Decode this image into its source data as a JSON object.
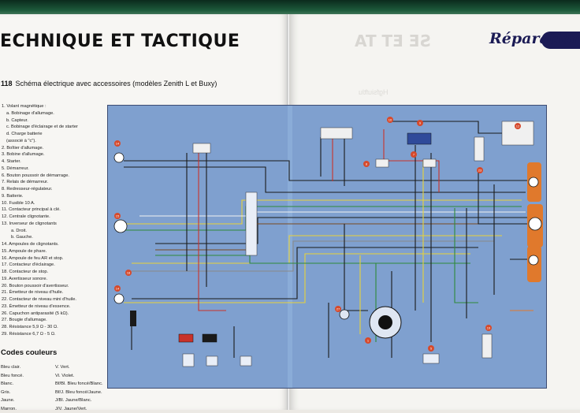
{
  "header": {
    "left_title": "ECHNIQUE ET TACTIQUE",
    "brand": "Réparation"
  },
  "figure": {
    "number": "118",
    "caption": "Schéma électrique avec accessoires (modèles Zenith L et Buxy)"
  },
  "legend_items": [
    {
      "text": "1. Volant magnétique :",
      "level": 0
    },
    {
      "text": "a. Bobinage d'allumage.",
      "level": 1
    },
    {
      "text": "b. Capteur.",
      "level": 1
    },
    {
      "text": "c. Bobinage d'éclairage et de starter",
      "level": 1
    },
    {
      "text": "d. Charge batterie",
      "level": 1
    },
    {
      "text": "(associé à \"c\").",
      "level": 1
    },
    {
      "text": "2. Boîtier d'allumage.",
      "level": 0
    },
    {
      "text": "3. Bobine d'allumage.",
      "level": 0
    },
    {
      "text": "4. Starter.",
      "level": 0
    },
    {
      "text": "5. Démarreur.",
      "level": 0
    },
    {
      "text": "6. Bouton poussoir de démarrage.",
      "level": 0
    },
    {
      "text": "7. Relais de démarreur.",
      "level": 0
    },
    {
      "text": "8. Redresseur-régulateur.",
      "level": 0
    },
    {
      "text": "9. Batterie.",
      "level": 0
    },
    {
      "text": "10. Fusible 10 A.",
      "level": 0
    },
    {
      "text": "11. Contacteur principal à clé.",
      "level": 0
    },
    {
      "text": "12. Centrale clignotante.",
      "level": 0
    },
    {
      "text": "13. Inverseur de clignotants",
      "level": 0
    },
    {
      "text": "a. Droit.",
      "level": 2
    },
    {
      "text": "b. Gauche.",
      "level": 2
    },
    {
      "text": "14. Ampoules de clignotants.",
      "level": 0
    },
    {
      "text": "15. Ampoule de phare.",
      "level": 0
    },
    {
      "text": "16. Ampoule de feu AR et stop.",
      "level": 0
    },
    {
      "text": "17. Contacteur d'éclairage.",
      "level": 0
    },
    {
      "text": "18. Contacteur de stop.",
      "level": 0
    },
    {
      "text": "19. Avertisseur sonore.",
      "level": 0
    },
    {
      "text": "20. Bouton poussoir d'avertisseur.",
      "level": 0
    },
    {
      "text": "21. Émetteur de niveau d'huile.",
      "level": 0
    },
    {
      "text": "22. Contacteur de niveau mini d'huile.",
      "level": 0
    },
    {
      "text": "23. Émetteur de niveau d'essence.",
      "level": 0
    },
    {
      "text": "26. Capuchon antiparasité (5 kΩ).",
      "level": 0
    },
    {
      "text": "27. Bougie d'allumage.",
      "level": 0
    },
    {
      "text": "28. Résistance 5,9 Ω - 30 Ω.",
      "level": 0
    },
    {
      "text": "29. Résistance 6,7 Ω - 5 Ω.",
      "level": 0
    }
  ],
  "color_codes": {
    "title": "Codes couleurs",
    "left": [
      "Bleu clair.",
      "Bleu foncé.",
      "Blanc.",
      "Gris.",
      "Jaune.",
      "Marron."
    ],
    "right": [
      "V. Vert.",
      "Vi. Violet.",
      "Bf/Bl. Bleu foncé/Blanc.",
      "Bf/J. Bleu foncé/Jaune.",
      "J/Bl. Jaune/Blanc.",
      "J/V. Jaune/Vert."
    ]
  },
  "wire_colors": {
    "black": "#1a1a1a",
    "red": "#c9322a",
    "yellow": "#e8d23a",
    "green": "#2f8a3a",
    "white": "#f2f2f2",
    "grey": "#8a8a8a",
    "brown": "#7a4a20",
    "orange": "#e0792c",
    "background": "#7fa0cf"
  }
}
